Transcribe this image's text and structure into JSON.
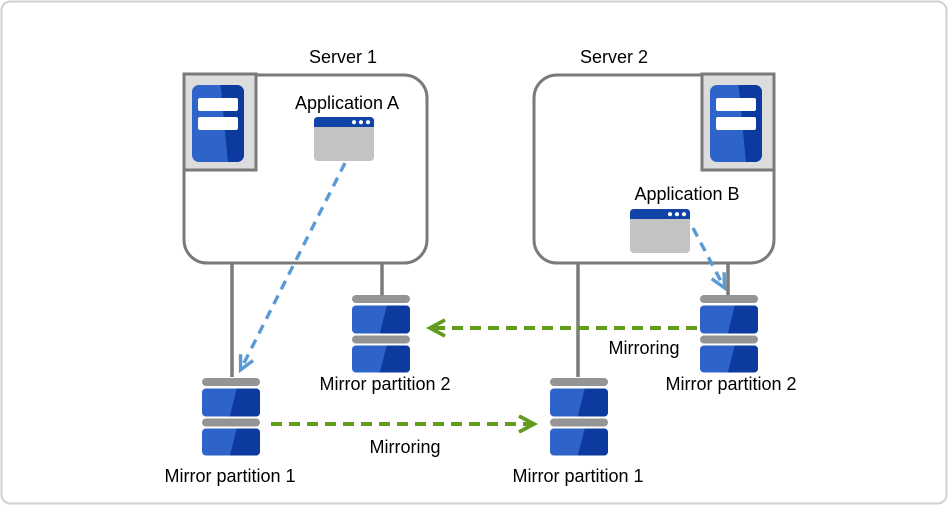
{
  "servers": [
    {
      "label": "Server 1",
      "application": "Application A",
      "partitions": [
        "Mirror partition 1",
        "Mirror partition 2"
      ]
    },
    {
      "label": "Server 2",
      "application": "Application B",
      "partitions": [
        "Mirror partition 1",
        "Mirror partition 2"
      ]
    }
  ],
  "arrows": [
    {
      "label": "Mirroring",
      "direction": "right-to-left",
      "between": "Mirror partition 2"
    },
    {
      "label": "Mirroring",
      "direction": "left-to-right",
      "between": "Mirror partition 1"
    }
  ],
  "colors": {
    "mirroring_arrow_green": "#639b1e",
    "application_arrow_blue": "#5b9bd5",
    "connector_gray": "#7a7a7a",
    "icon_blue_light": "#2e63c9",
    "icon_blue_dark": "#0d3a9e",
    "window_title_blue": "#1143a8",
    "window_body_gray": "#c3c3c3",
    "disk_cap_gray": "#949494",
    "label_text": "#000000"
  }
}
